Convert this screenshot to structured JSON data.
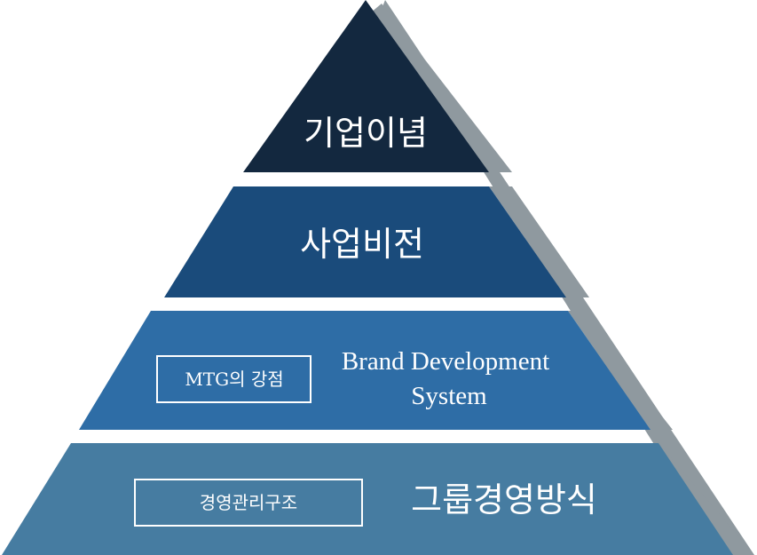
{
  "colors": {
    "tier1": "#13283f",
    "tier2": "#1a4b7b",
    "tier3": "#2e6da6",
    "tier4": "#467ca1",
    "shadow": "#8f999f",
    "text": "#ffffff"
  },
  "tiers": [
    {
      "title": "기업이념"
    },
    {
      "title": "사업비전"
    },
    {
      "title_line1": "Brand Development",
      "title_line2": "System",
      "tag": "MTG의 강점"
    },
    {
      "title": "그룹경영방식",
      "tag": "경영관리구조"
    }
  ]
}
